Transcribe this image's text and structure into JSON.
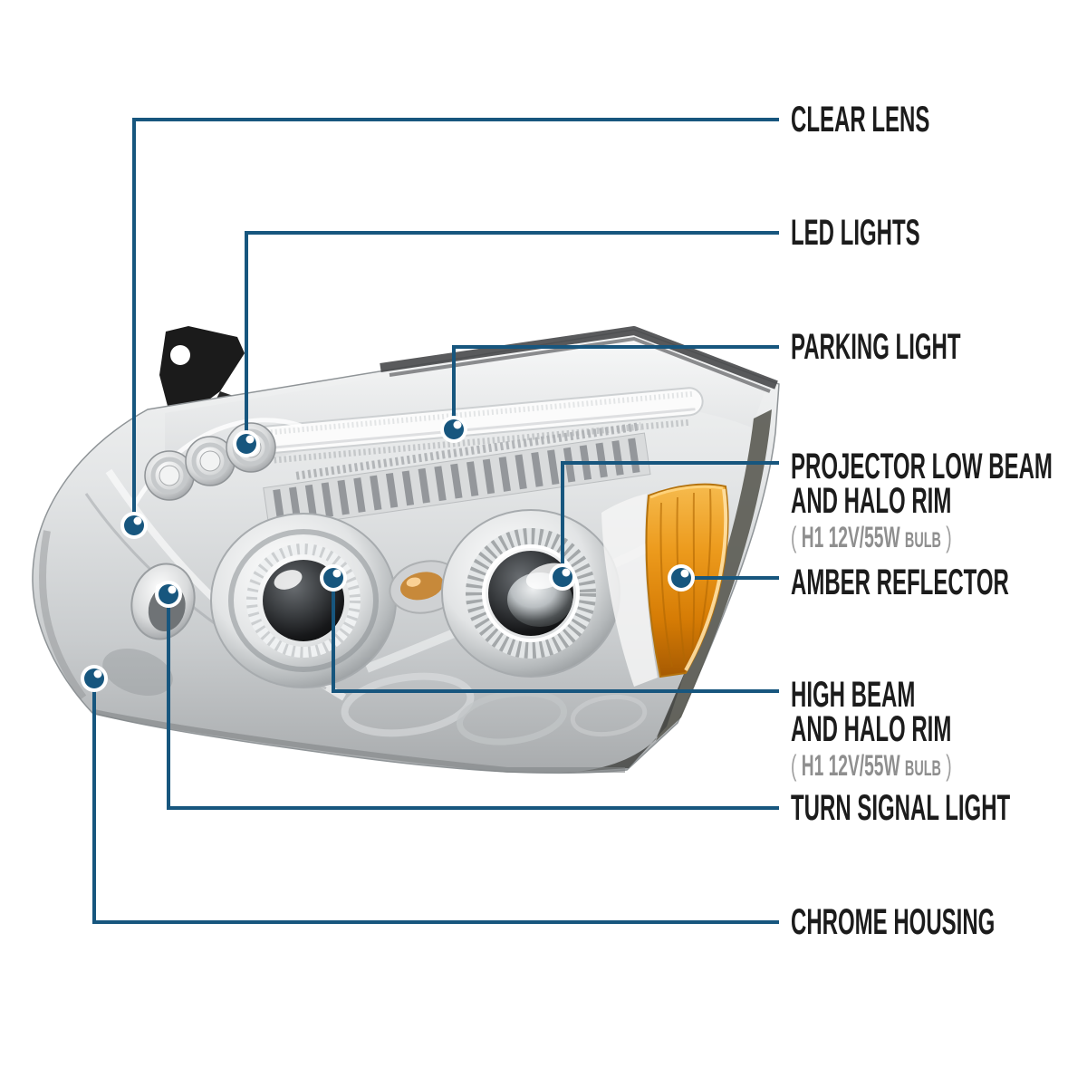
{
  "page": {
    "background": "#ffffff"
  },
  "colors": {
    "accent_line": "#17567e",
    "label_text": "#1c1c1c",
    "note_text": "#8f8f8f",
    "amber_lens": "#e8921a",
    "chrome_light": "#e9ebec",
    "chrome_dark": "#9fa3a6",
    "bracket_black": "#1b1b1b"
  },
  "callouts": [
    {
      "id": "clear-lens",
      "label": "CLEAR LENS"
    },
    {
      "id": "led-lights",
      "label": "LED LIGHTS"
    },
    {
      "id": "parking-light",
      "label": "PARKING LIGHT"
    },
    {
      "id": "projector-low-beam",
      "label": "PROJECTOR LOW BEAM",
      "label2": "AND HALO RIM",
      "bulb_open": "(",
      "bulb_spec": "H1 12V/55W",
      "bulb_word": "BULB",
      "bulb_close": ")"
    },
    {
      "id": "amber-reflector",
      "label": "AMBER REFLECTOR"
    },
    {
      "id": "high-beam",
      "label": "HIGH BEAM",
      "label2": "AND HALO RIM",
      "bulb_open": "(",
      "bulb_spec": "H1 12V/55W",
      "bulb_word": "BULB",
      "bulb_close": ")"
    },
    {
      "id": "turn-signal-light",
      "label": "TURN SIGNAL LIGHT"
    },
    {
      "id": "chrome-housing",
      "label": "CHROME HOUSING"
    }
  ]
}
